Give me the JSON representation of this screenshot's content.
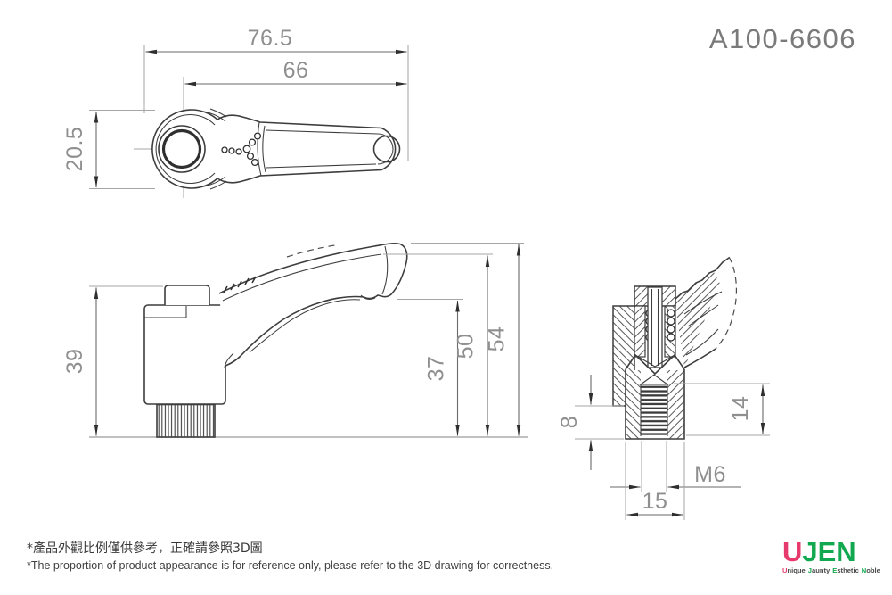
{
  "title": "A100-6606",
  "top_view": {
    "dim_overall": "76.5",
    "dim_arm": "66",
    "dim_head": "20.5"
  },
  "side_view": {
    "dim_body": "39",
    "dim_under": "37",
    "dim_mid": "50",
    "dim_total": "54"
  },
  "section_view": {
    "dim_collar": "8",
    "dim_thread_len": "14",
    "dim_thread": "M6",
    "dim_base": "15"
  },
  "notes": {
    "zh": "*產品外觀比例僅供參考，正確請參照3D圖",
    "en": "*The proportion of product appearance is for reference only, please refer to the 3D drawing for correctness."
  },
  "logo": {
    "brand": [
      {
        "text": "U",
        "color": "#e63a6c"
      },
      {
        "text": "JEN",
        "color": "#12a84f"
      }
    ],
    "tagline": [
      {
        "first": "U",
        "rest": "nique",
        "color": "#e63a6c"
      },
      {
        "first": "J",
        "rest": "aunty",
        "color": "#12a84f"
      },
      {
        "first": "E",
        "rest": "sthetic",
        "color": "#12a84f"
      },
      {
        "first": "N",
        "rest": "oble",
        "color": "#12a84f"
      }
    ]
  },
  "colors": {
    "outline": "#3d3d3d",
    "dimension_line": "#6a6a6a",
    "extension_line": "#a6a6a6",
    "arrow": "#2e2e2e",
    "dim_text": "#8f8f8f",
    "accent_pink": "#e63a6c",
    "accent_green": "#12a84f"
  }
}
